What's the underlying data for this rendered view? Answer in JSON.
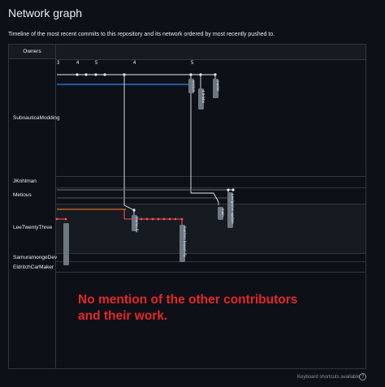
{
  "page": {
    "title": "Network graph",
    "subtitle": "Timeline of the most recent commits to this repository and its network ordered by most recently pushed to."
  },
  "graph": {
    "owners_header": "Owners",
    "owners": [
      "SubnauticaModding",
      "JKohlman",
      "Metious",
      "LeeTwentyThree",
      "SamuramongeDev",
      "EldritchCarMaker"
    ],
    "dates": [
      "3",
      "4",
      "5",
      "4",
      "5"
    ],
    "branch_labels": [
      "master",
      "ver/4.0",
      "4.0-labs",
      "main",
      "Lee/gamer-update",
      "feat/sn-fix",
      "feat/Sn1 branch-fix"
    ],
    "branch_colors": {
      "default": "#e6edf3",
      "blue": "#2f81f7",
      "orange": "#db6d28",
      "red": "#f85149",
      "grey": "#6e7681"
    }
  },
  "annotation": {
    "line1": "No mention of the other contributors",
    "line2": "and their work."
  },
  "footer": {
    "keyboard_hint": "Keyboard shortcuts available",
    "help_icon": "?"
  }
}
